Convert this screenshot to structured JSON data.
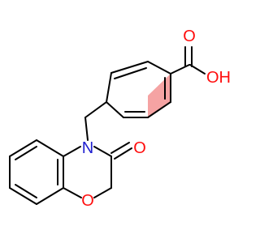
{
  "molecule": {
    "atoms": [
      {
        "id": "o_carbonyl_acid",
        "symbol": "O",
        "label": "O",
        "color": "#ff0d0d"
      },
      {
        "id": "o_hydroxyl",
        "symbol": "O",
        "label": "OH",
        "color": "#ff0d0d"
      },
      {
        "id": "n_ring",
        "symbol": "N",
        "label": "N",
        "color": "#1f1fd0"
      },
      {
        "id": "o_carbonyl_lactam",
        "symbol": "O",
        "label": "O",
        "color": "#ff0d0d"
      },
      {
        "id": "o_ring",
        "symbol": "O",
        "label": "O",
        "color": "#ff0d0d"
      }
    ],
    "highlight_color": "#f5a3a3",
    "bond_color": "#000000"
  }
}
